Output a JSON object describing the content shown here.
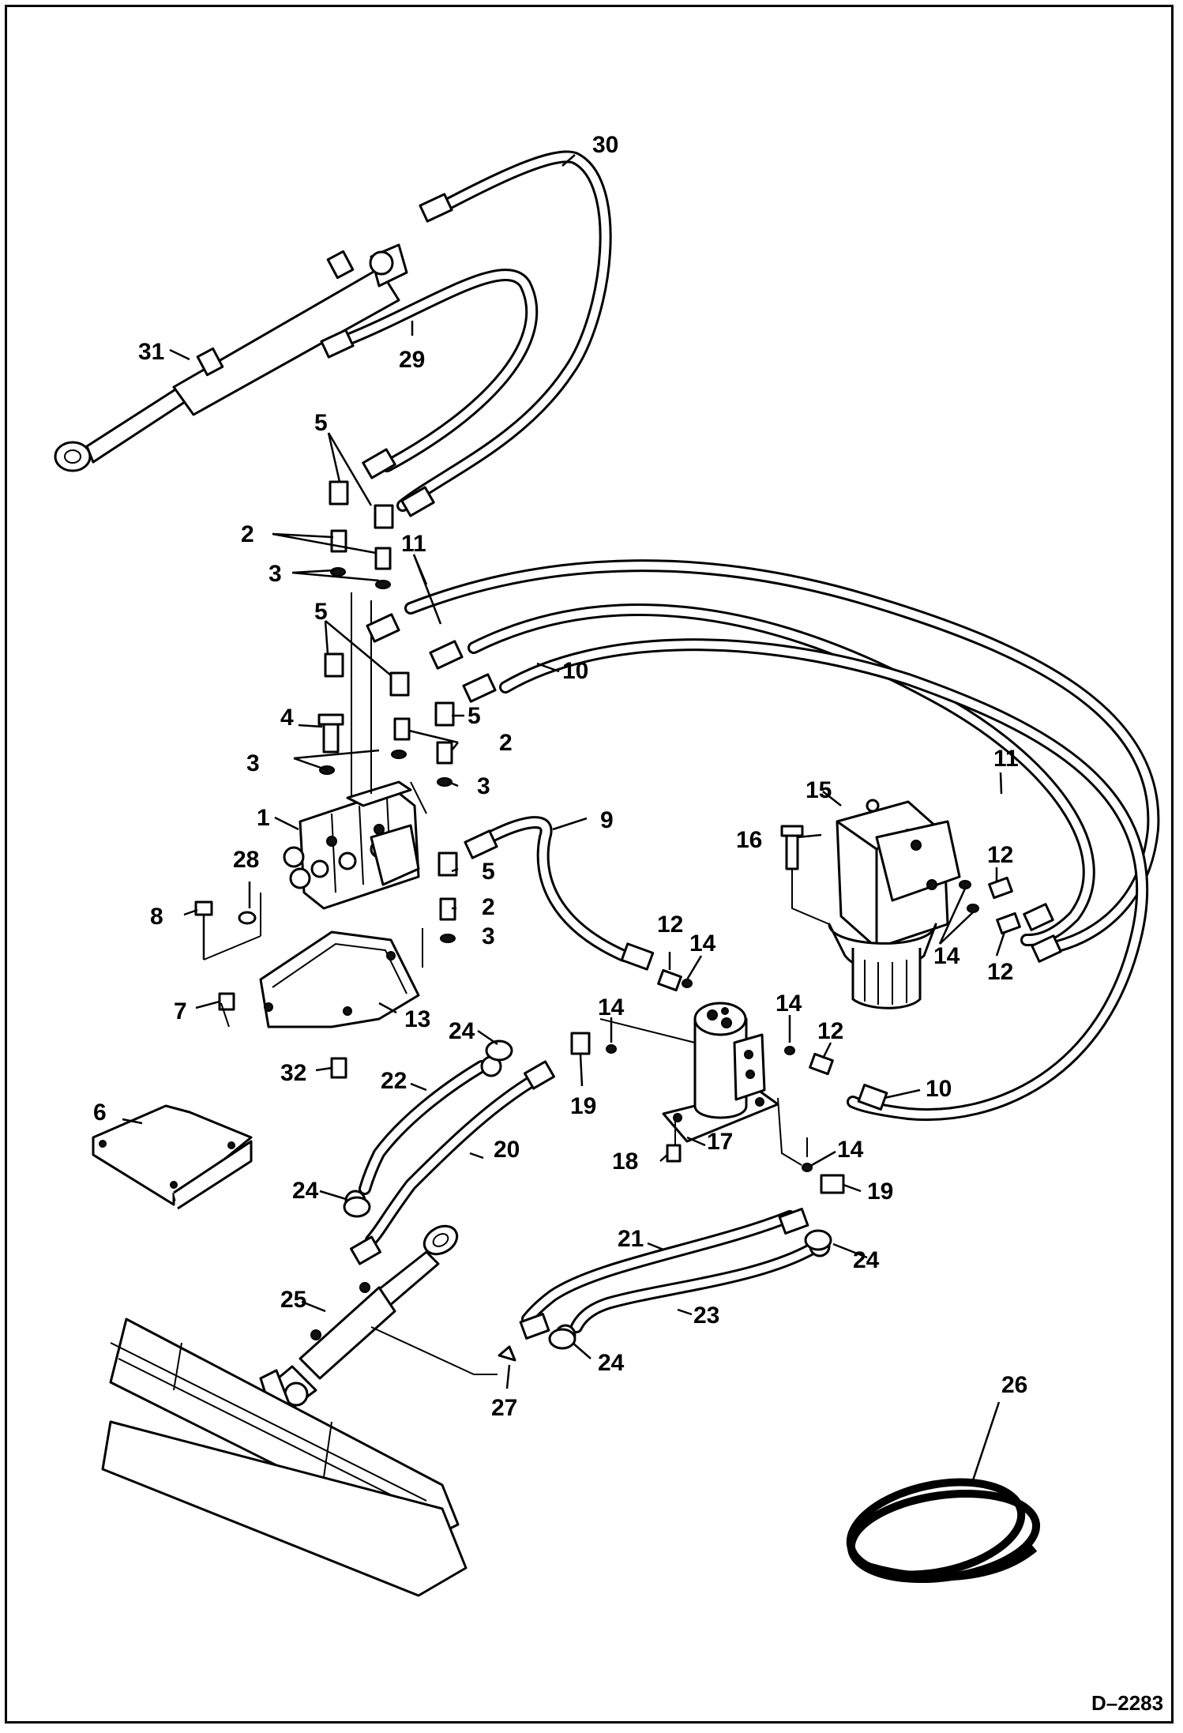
{
  "callouts": [
    {
      "label": "1"
    },
    {
      "label": "2"
    },
    {
      "label": "2"
    },
    {
      "label": "2"
    },
    {
      "label": "3"
    },
    {
      "label": "3"
    },
    {
      "label": "3"
    },
    {
      "label": "3"
    },
    {
      "label": "4"
    },
    {
      "label": "5"
    },
    {
      "label": "5"
    },
    {
      "label": "5"
    },
    {
      "label": "5"
    },
    {
      "label": "6"
    },
    {
      "label": "7"
    },
    {
      "label": "8"
    },
    {
      "label": "9"
    },
    {
      "label": "10"
    },
    {
      "label": "10"
    },
    {
      "label": "11"
    },
    {
      "label": "11"
    },
    {
      "label": "12"
    },
    {
      "label": "12"
    },
    {
      "label": "12"
    },
    {
      "label": "12"
    },
    {
      "label": "13"
    },
    {
      "label": "14"
    },
    {
      "label": "14"
    },
    {
      "label": "14"
    },
    {
      "label": "14"
    },
    {
      "label": "14"
    },
    {
      "label": "15"
    },
    {
      "label": "16"
    },
    {
      "label": "17"
    },
    {
      "label": "18"
    },
    {
      "label": "19"
    },
    {
      "label": "19"
    },
    {
      "label": "20"
    },
    {
      "label": "21"
    },
    {
      "label": "22"
    },
    {
      "label": "23"
    },
    {
      "label": "24"
    },
    {
      "label": "24"
    },
    {
      "label": "24"
    },
    {
      "label": "24"
    },
    {
      "label": "25"
    },
    {
      "label": "26"
    },
    {
      "label": "27"
    },
    {
      "label": "28"
    },
    {
      "label": "29"
    },
    {
      "label": "30"
    },
    {
      "label": "31"
    },
    {
      "label": "32"
    }
  ],
  "document_id": "D–2283"
}
